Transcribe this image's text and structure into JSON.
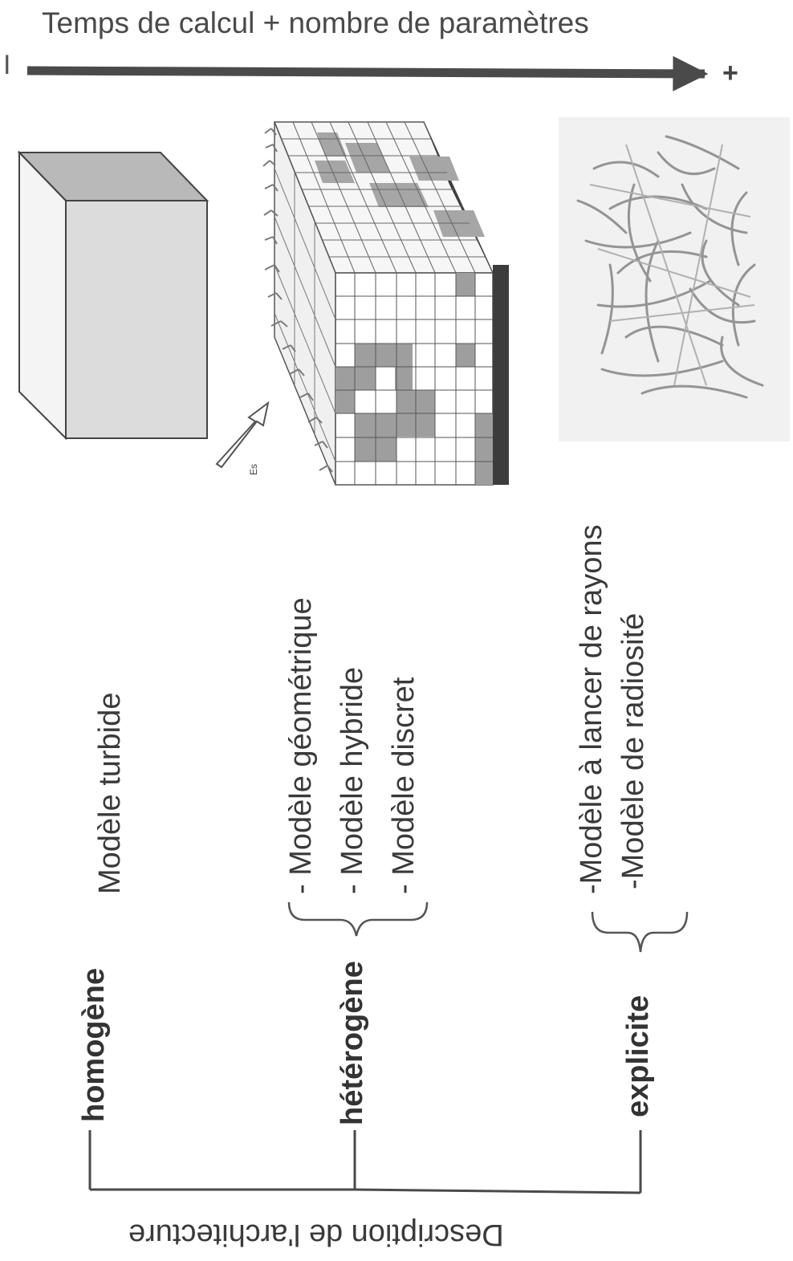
{
  "header": {
    "title": "Temps de calcul + nombre de paramètres",
    "scale_min": "I",
    "scale_max": "+"
  },
  "figure": {
    "arrow_label": "Es"
  },
  "groups": [
    {
      "category": "homogène",
      "models": [
        "Modèle turbide"
      ]
    },
    {
      "category": "hétérogène",
      "models": [
        "- Modèle géométrique",
        "- Modèle hybride",
        "- Modèle discret"
      ]
    },
    {
      "category": "explicite",
      "models": [
        "-Modèle à lancer de rayons",
        "-Modèle de radiosité"
      ]
    }
  ],
  "axis": {
    "label": "Description de l'architecture"
  },
  "colors": {
    "ink": "#3a3a3a",
    "box_face": "#dcdcdc",
    "box_top": "#b9b9b9",
    "cell_shade": "#9e9e9e",
    "shadow": "#3c3c3c",
    "foliage": "#8a8a8a"
  }
}
